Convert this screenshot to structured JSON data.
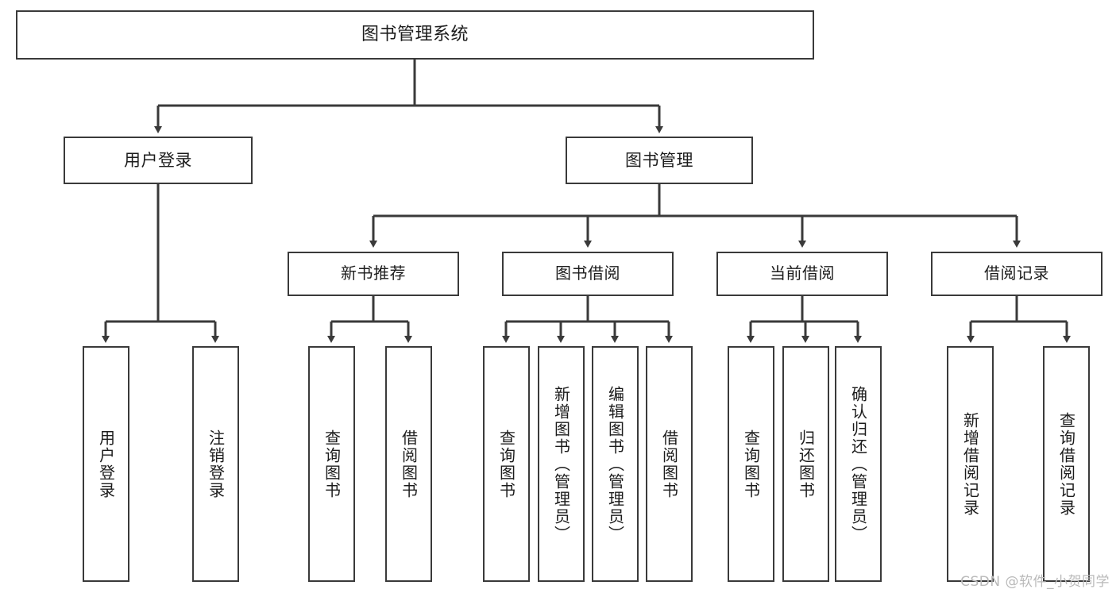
{
  "diagram": {
    "title": "图书管理系统",
    "watermark": "CSDN @软件_小贺同学",
    "line_color": "#3a3a3a",
    "box_fill": "#ffffff",
    "text_color": "#1c1c1c",
    "nodes": {
      "root": "图书管理系统",
      "user_login": "用户登录",
      "book_manage": "图书管理",
      "user_login_child_1": "用户登录",
      "user_login_child_2": "注销登录",
      "new_book_rec": "新书推荐",
      "new_book_rec_child_1": "查询图书",
      "new_book_rec_child_2": "借阅图书",
      "book_borrow": "图书借阅",
      "book_borrow_child_1": "查询图书",
      "book_borrow_child_2": "新增图书（管理员）",
      "book_borrow_child_3": "编辑图书（管理员）",
      "book_borrow_child_4": "借阅图书",
      "current_borrow": "当前借阅",
      "current_borrow_child_1": "查询图书",
      "current_borrow_child_2": "归还图书",
      "current_borrow_child_3": "确认归还（管理员）",
      "borrow_record": "借阅记录",
      "borrow_record_child_1": "新增借阅记录",
      "borrow_record_child_2": "查询借阅记录"
    }
  }
}
